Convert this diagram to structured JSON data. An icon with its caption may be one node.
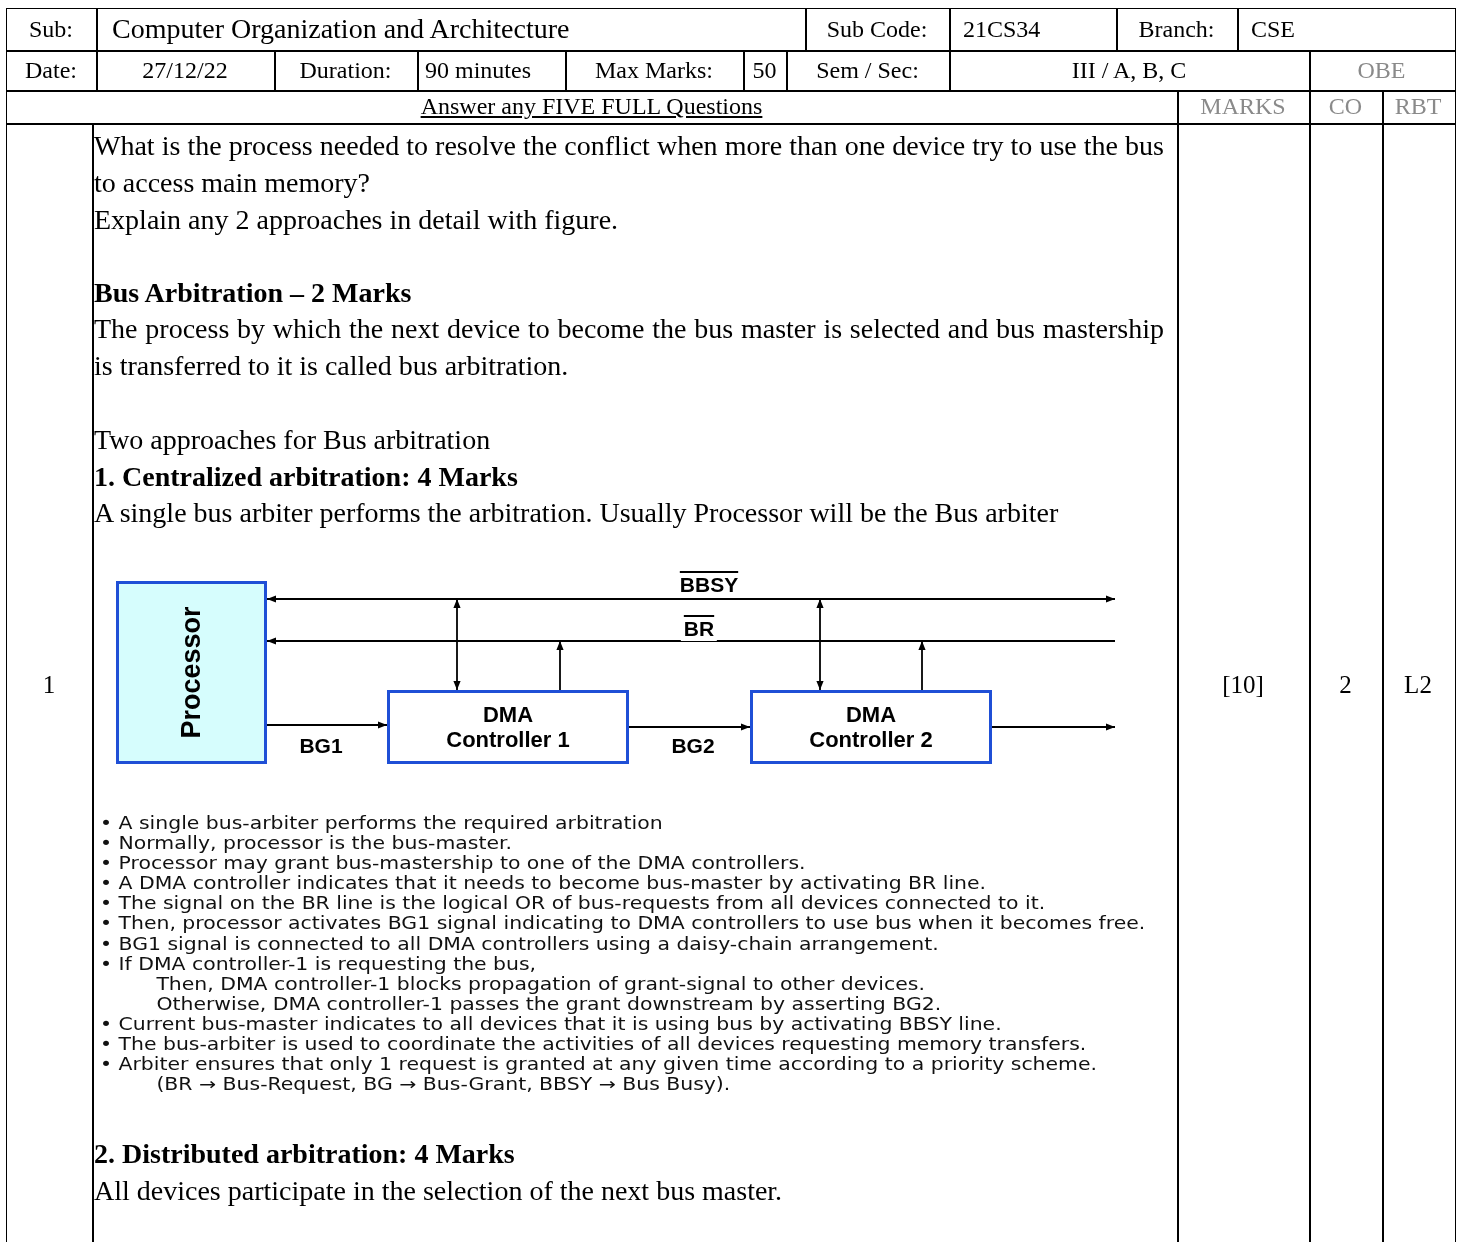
{
  "diagram": {
    "nodes": [
      {
        "text": [
          "Processor"
        ]
      },
      {
        "text": [
          "DMA Controller 1"
        ]
      },
      {
        "text": [
          "DMA Controller 2"
        ]
      }
    ],
    "edges": [
      {
        "from": 0,
        "to": null,
        "arrow": "both",
        "label": "BBSY"
      },
      {
        "from": null,
        "to": 0,
        "arrow": "to",
        "label": "BR"
      },
      {
        "from": 1,
        "to": null,
        "arrow": "both"
      },
      {
        "from": 1,
        "to": null,
        "arrow": "to"
      },
      {
        "from": 2,
        "to": null,
        "arrow": "both"
      },
      {
        "from": 2,
        "to": null,
        "arrow": "to"
      },
      {
        "from": 0,
        "to": 1,
        "arrow": "to",
        "label": "BG1"
      },
      {
        "from": 1,
        "to": 2,
        "arrow": "to",
        "label": "BG2"
      },
      {
        "from": 2,
        "to": null,
        "arrow": "to"
      }
    ],
    "labels": [
      "Sub:",
      "Computer Organization and Architecture",
      "Sub Code:",
      "21CS34",
      "Branch:",
      "CSE",
      "Date:",
      "27/12/22",
      "Duration:",
      "90 minutes",
      "Max Marks:",
      "50",
      "Sem / Sec:",
      "III / A, B, C",
      "OBE",
      "Answer any FIVE FULL Questions",
      "MARKS",
      "CO",
      "RBT",
      "1",
      "What is the process needed to resolve the conflict when more than one device try to use the bus to access main memory?",
      "Explain any 2 approaches in detail with figure.",
      "Bus Arbitration – 2 Marks",
      "The process by which the next device to become the bus master is selected and bus mastership is transferred to it is called bus arbitration.",
      "Two approaches for Bus arbitration",
      "1. Centralized arbitration: 4 Marks",
      "A single bus arbiter performs the arbitration. Usually Processor will be the Bus arbiter",
      "• A single bus-arbiter performs the required arbitration",
      "• Normally, processor is the bus-master.",
      "• Processor may grant bus-mastership to one of the DMA controllers.",
      "• A DMA controller indicates that it needs to become bus-master by activating BR line.",
      "• The signal on the BR line is the logical OR of bus-requests from all devices connected to it.",
      "• Then, processor activates BG1 signal indicating to DMA controllers to use bus when it becomes free.",
      "• BG1 signal is connected to all DMA controllers using a daisy-chain arrangement.",
      "• If DMA controller-1 is requesting the bus,",
      "Then, DMA controller-1 blocks propagation of grant-signal to other devices.",
      "Otherwise, DMA controller-1 passes the grant downstream by asserting BG2.",
      "• Current bus-master indicates to all devices that it is using bus by activating BBSY line.",
      "• The bus-arbiter is used to coordinate the activities of all devices requesting memory transfers.",
      "• Arbiter ensures that only 1 request is granted at any given time according to a priority scheme.",
      "(BR → Bus-Request, BG → Bus-Grant, BBSY → Bus Busy).",
      "2. Distributed arbitration: 4 Marks",
      "All devices participate in the selection of the next bus master.",
      "[10]",
      "2",
      "L2"
    ]
  }
}
